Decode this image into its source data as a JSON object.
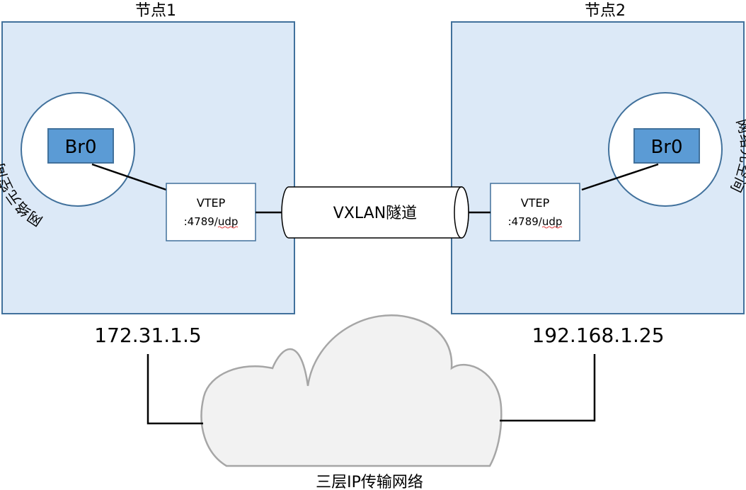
{
  "node1": {
    "title": "节点1",
    "namespace_label": "网络元空间",
    "bridge_label": "Br0",
    "vtep_label": "VTEP",
    "vtep_port": ":4789/udp",
    "ip": "172.31.1.5"
  },
  "node2": {
    "title": "节点2",
    "namespace_label": "网络元空间",
    "bridge_label": "Br0",
    "vtep_label": "VTEP",
    "vtep_port": ":4789/udp",
    "ip": "192.168.1.25"
  },
  "tunnel_label": "VXLAN隧道",
  "network_label": "三层IP传输网络",
  "colors": {
    "node_fill": "#dce9f7",
    "node_border": "#41719c",
    "bridge_fill": "#5b9bd5",
    "cloud_fill": "#f2f2f2",
    "cloud_border": "#a6a6a6"
  }
}
